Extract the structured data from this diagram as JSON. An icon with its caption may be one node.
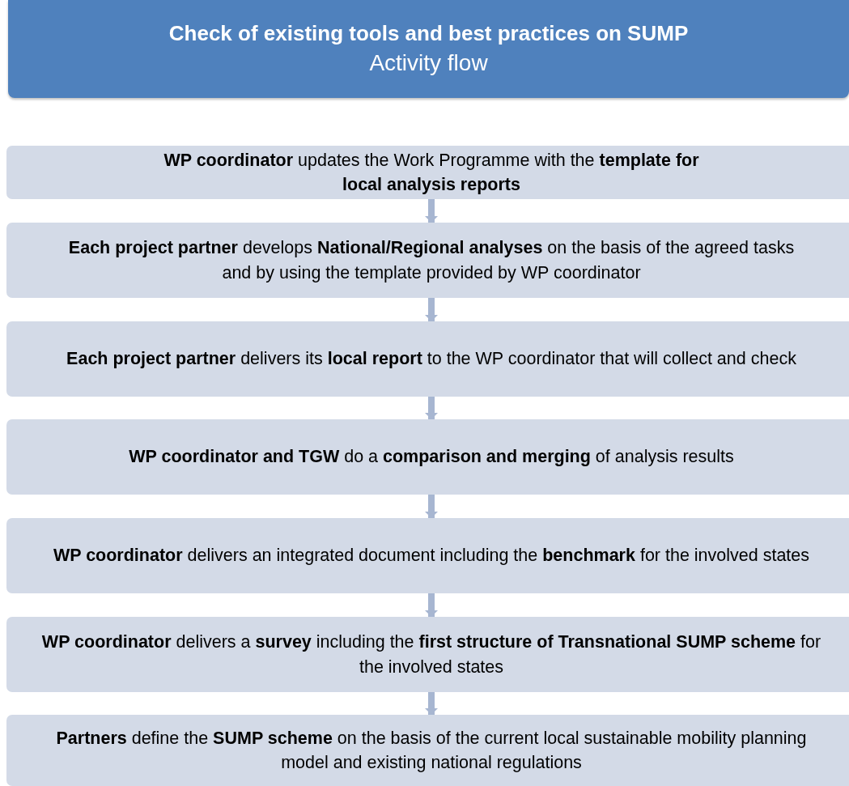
{
  "diagram": {
    "nodes": [
      {
        "text": [
          "Check of existing tools and best practices on SUMP",
          "Activity flow"
        ]
      },
      {
        "text": [
          "**WP coordinator** updates the Work Programme with the **template for local analysis reports**"
        ]
      },
      {
        "text": [
          "**Each project partner** develops **National/Regional analyses** on the basis of the agreed tasks and by using the template provided by WP coordinator"
        ]
      },
      {
        "text": [
          "**Each project partner** delivers its **local report** to the WP coordinator that will collect and check"
        ]
      },
      {
        "text": [
          "**WP coordinator and TGW** do a **comparison and merging** of analysis results"
        ]
      },
      {
        "text": [
          "**WP coordinator** delivers an integrated document including the **benchmark** for the involved states"
        ]
      },
      {
        "text": [
          "**WP coordinator** delivers a **survey** including the **first structure of Transnational SUMP scheme** for the involved states"
        ]
      },
      {
        "text": [
          "**Partners** define the **SUMP scheme** on the basis of the current local sustainable mobility planning model and existing national regulations"
        ]
      }
    ],
    "edges": [
      {
        "from": 1,
        "to": 2,
        "arrow": "to"
      },
      {
        "from": 2,
        "to": 3,
        "arrow": "to"
      },
      {
        "from": 3,
        "to": 4,
        "arrow": "to"
      },
      {
        "from": 4,
        "to": 5,
        "arrow": "to"
      },
      {
        "from": 5,
        "to": 6,
        "arrow": "to"
      },
      {
        "from": 6,
        "to": 7,
        "arrow": "to"
      }
    ]
  }
}
